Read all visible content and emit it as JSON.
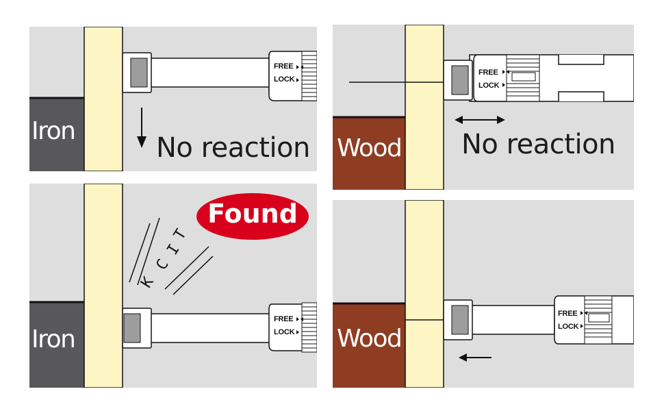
{
  "panels": {
    "top_left": {
      "material": "Iron",
      "caption": "No reaction",
      "label_free": "FREE",
      "label_lock": "LOCK"
    },
    "top_right": {
      "material": "Wood",
      "caption": "No reaction",
      "label_free": "FREE",
      "label_lock": "LOCK"
    },
    "bottom_left": {
      "material": "Iron",
      "badge": "Found",
      "sound": [
        "T",
        "I",
        "C",
        "K"
      ],
      "label_free": "FREE",
      "label_lock": "LOCK"
    },
    "bottom_right": {
      "material": "Wood",
      "label_free": "FREE",
      "label_lock": "LOCK"
    }
  },
  "colors": {
    "panel_bg": "#dedede",
    "wall": "#fdf5c4",
    "iron": "#58585a",
    "wood": "#8e3c22",
    "badge": "#d8001b",
    "outline": "#111111"
  }
}
